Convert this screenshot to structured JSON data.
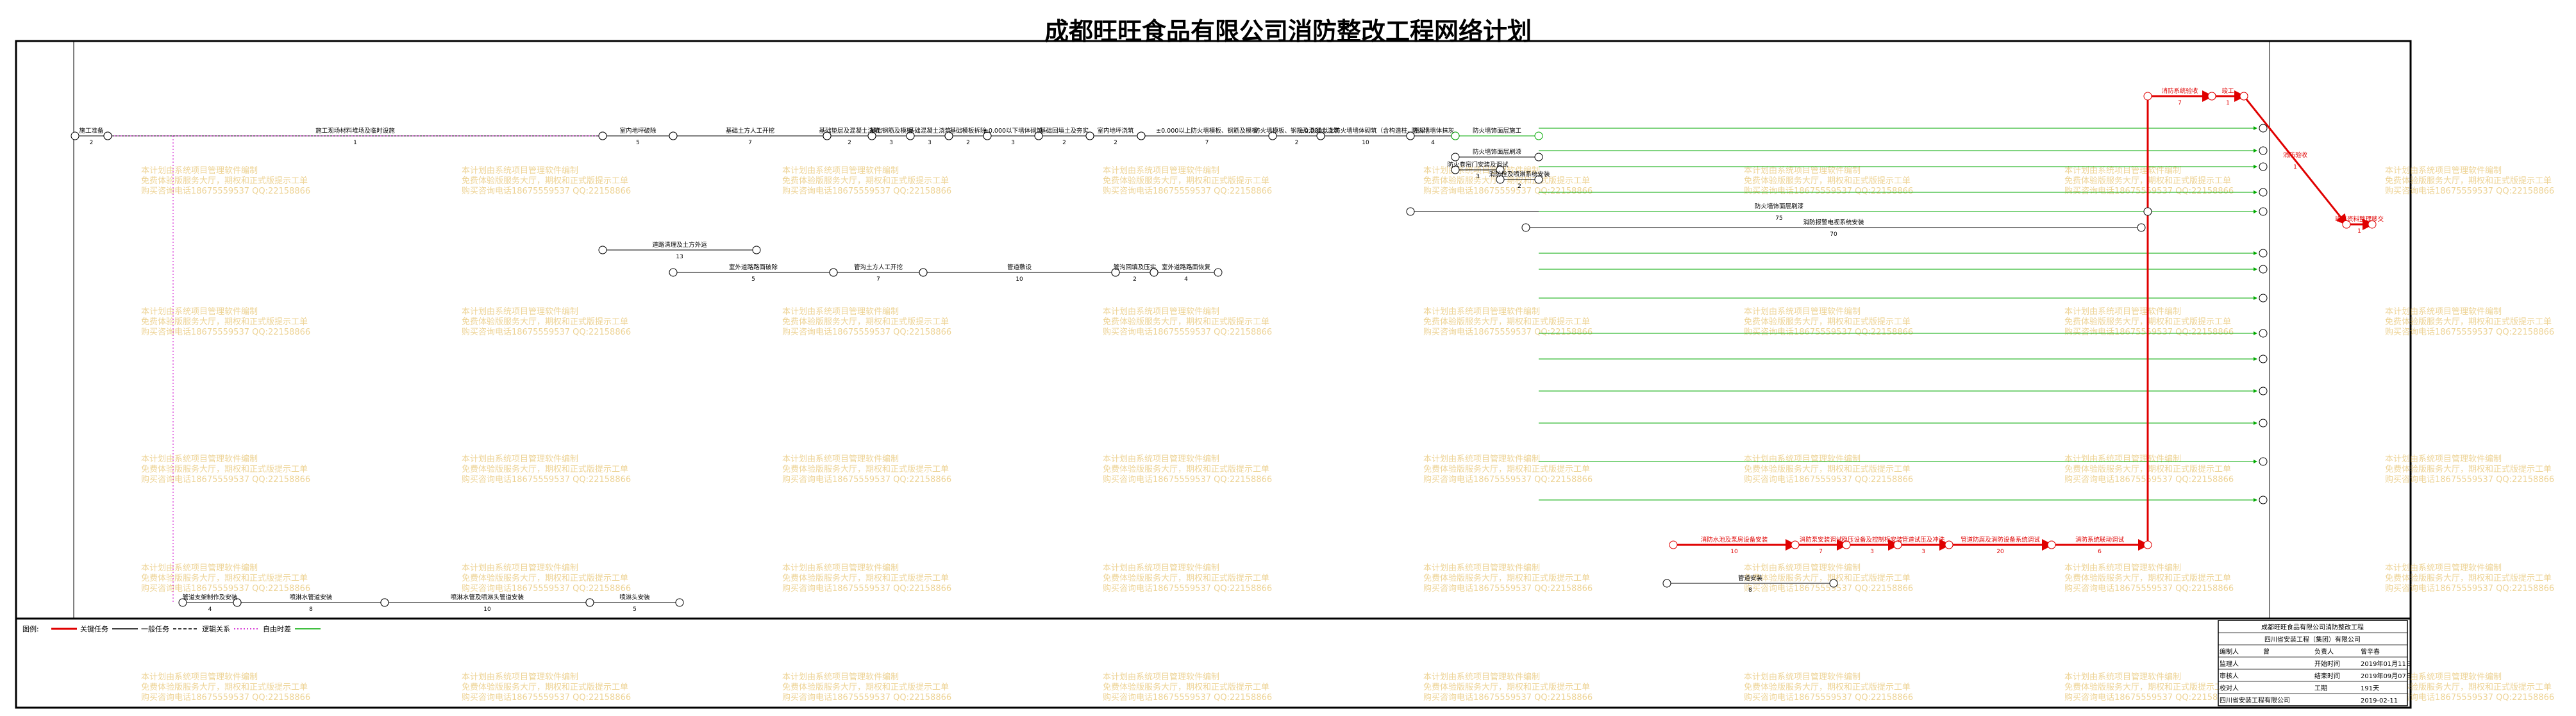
{
  "title": "成都旺旺食品有限公司消防整改工程网络计划",
  "watermark": [
    "本计划由系统项目管理软件编制",
    "免费体验版服务大厅，期权和正式版提示工单",
    "购买咨询电话18675559537 QQ:22158866"
  ],
  "legend": {
    "prefix": "图例:",
    "items": [
      {
        "label": "关键任务",
        "color": "#e00000",
        "style": "critical"
      },
      {
        "label": "一般任务",
        "color": "#000000",
        "style": "normal"
      },
      {
        "label": "逻辑关系",
        "color": "#000000",
        "style": "dashed"
      },
      {
        "label": "自由时差",
        "color": "#cc00cc",
        "style": "dotted"
      },
      {
        "label": "",
        "color": "#00aa00",
        "style": "green"
      }
    ]
  },
  "titleblock": {
    "rows": [
      [
        "成都旺旺食品有限公司消防整改工程",
        "",
        ""
      ],
      [
        "四川省安装工程（集团）有限公司",
        "",
        ""
      ],
      [
        "编制人",
        "曾",
        "负责人",
        "曾辛春"
      ],
      [
        "监理人",
        "",
        "开始时间",
        "2019年01月11日"
      ],
      [
        "审核人",
        "",
        "结束时间",
        "2019年09月07日"
      ],
      [
        "校对人",
        "",
        "工期",
        "191天"
      ],
      [
        "四川省安装工程有限公司",
        "",
        "",
        "2019-02-11"
      ]
    ]
  },
  "tasks": [
    {
      "label": "施工准备",
      "dur": "2"
    },
    {
      "label": "施工现场材料堆场及临时设施",
      "dur": "1"
    },
    {
      "label": "室内地坪破除",
      "dur": "5"
    },
    {
      "label": "基础土方人工开挖",
      "dur": "7"
    },
    {
      "label": "基础垫层及混凝土浇筑",
      "dur": "2"
    },
    {
      "label": "基础钢筋及模板",
      "dur": "3"
    },
    {
      "label": "基础混凝土浇筑",
      "dur": "3"
    },
    {
      "label": "基础模板拆除",
      "dur": "2"
    },
    {
      "label": "±0.000以下墙体砌筑",
      "dur": "3"
    },
    {
      "label": "基础回填土及夯实",
      "dur": "2"
    },
    {
      "label": "室内地坪浇筑",
      "dur": "2"
    },
    {
      "label": "±0.000以上防火墙模板、钢筋及模板",
      "dur": "7"
    },
    {
      "label": "防火墙模板、钢筋及混凝土浇筑",
      "dur": "2"
    },
    {
      "label": "±0.000以上防火墙墙体砌筑（含构造柱、圈梁）",
      "dur": "10"
    },
    {
      "label": "防火墙墙体抹灰",
      "dur": "4"
    },
    {
      "label": "防火墙饰面层施工",
      "dur": ""
    },
    {
      "label": "防火墙饰面层刷漆",
      "dur": ""
    },
    {
      "label": "防火卷帘门安装及调试",
      "dur": "3"
    },
    {
      "label": "消防栓及喷淋系统安装",
      "dur": "2"
    },
    {
      "label": "防火墙饰面层刷漆",
      "dur": "75"
    },
    {
      "label": "消防报警电视系统安装",
      "dur": "70"
    },
    {
      "label": "道路清理及土方外运",
      "dur": "13"
    },
    {
      "label": "室外道路路面破除",
      "dur": "5"
    },
    {
      "label": "管沟土方人工开挖",
      "dur": "7"
    },
    {
      "label": "管道敷设",
      "dur": "10"
    },
    {
      "label": "管沟回填及压实",
      "dur": "2"
    },
    {
      "label": "室外道路路面恢复",
      "dur": "4"
    },
    {
      "label": "管道支架制作及安装",
      "dur": "4"
    },
    {
      "label": "喷淋水管道安装",
      "dur": "8"
    },
    {
      "label": "喷淋水管及喷淋头管道安装",
      "dur": "10"
    },
    {
      "label": "喷淋头安装",
      "dur": "5"
    },
    {
      "label": "消防水池及泵房设备安装",
      "dur": "10"
    },
    {
      "label": "消防泵安装调试",
      "dur": "7"
    },
    {
      "label": "稳压设备及控制柜安装",
      "dur": "3"
    },
    {
      "label": "管道试压及冲洗",
      "dur": "3"
    },
    {
      "label": "管道防腐及消防设备系统调试",
      "dur": "20"
    },
    {
      "label": "消防系统联动调试",
      "dur": "6"
    },
    {
      "label": "消防系统验收",
      "dur": "7"
    },
    {
      "label": "竣工",
      "dur": "1"
    },
    {
      "label": "竣工资料整理移交",
      "dur": "1"
    },
    {
      "label": "消防验收",
      "dur": "1"
    },
    {
      "label": "管道安装",
      "dur": "8"
    }
  ]
}
